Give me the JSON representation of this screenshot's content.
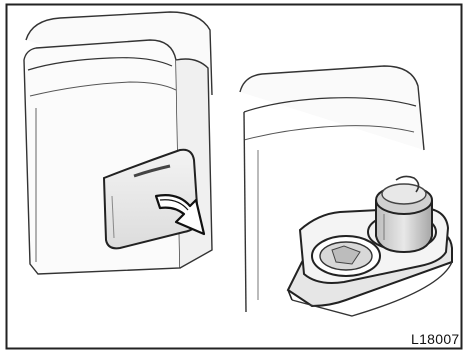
{
  "figure": {
    "code": "L18007"
  },
  "icons": {
    "left_panel": "console-closed-cupholder-illustration",
    "right_panel": "console-open-cupholder-illustration",
    "arrow": "pull-down-arrow-icon"
  }
}
